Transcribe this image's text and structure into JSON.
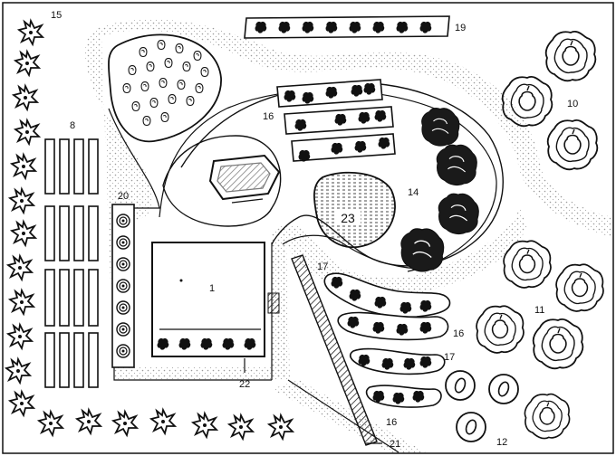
{
  "labels": {
    "house": "1",
    "beds": "8",
    "fruit_trees_top": "10",
    "fruit_trees_mid": "11",
    "fruit_trees_bottom": "12",
    "conifers": "14",
    "shrubs_border": "15",
    "flower_beds_top": "16",
    "flower_beds_right": "16",
    "flower_beds_bottom": "16",
    "rockery_upper": "17",
    "rockery_lower": "17",
    "hedge_top": "19",
    "vines": "20",
    "path": "21",
    "terrace": "22",
    "pond": "23"
  },
  "legend_semantics": {
    "shrubs": "star-shrub-icon",
    "trees": "round-tree-icon",
    "flowers": "flower-icon"
  },
  "colors": {
    "ink": "#111111",
    "stipple": "#9a9a9a",
    "paper": "#ffffff",
    "conifer": "#1a1a1a"
  }
}
